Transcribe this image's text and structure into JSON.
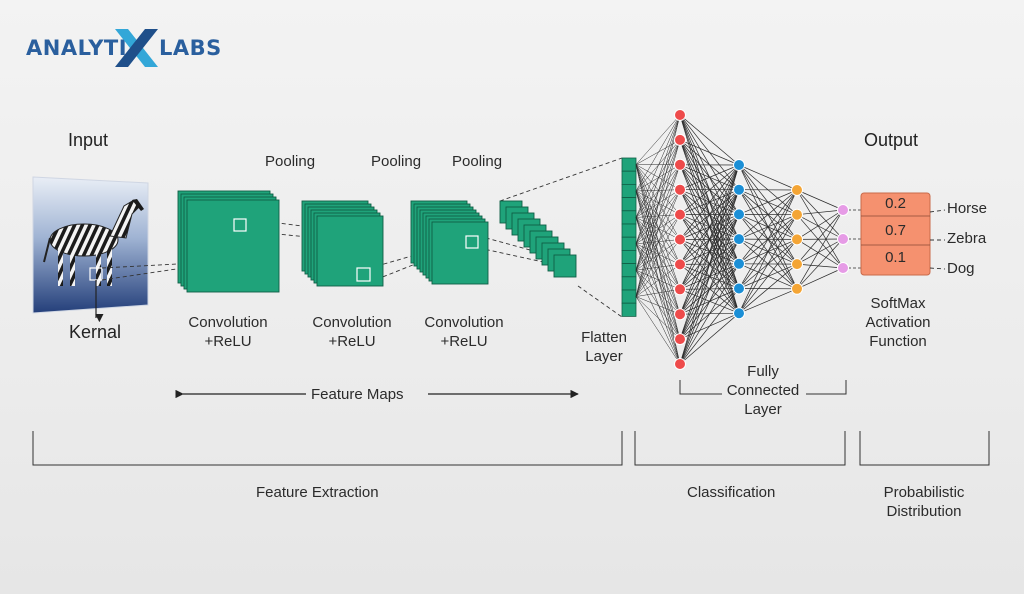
{
  "logo": {
    "part1": "ANALYTI",
    "mark": "X",
    "part2": "LABS"
  },
  "headings": {
    "input": "Input",
    "output": "Output"
  },
  "kernel_label": "Kernal",
  "pooling_labels": [
    "Pooling",
    "Pooling",
    "Pooling"
  ],
  "conv_labels": [
    {
      "line1": "Convolution",
      "line2": "+ReLU"
    },
    {
      "line1": "Convolution",
      "line2": "+ReLU"
    },
    {
      "line1": "Convolution",
      "line2": "+ReLU"
    }
  ],
  "feature_maps_label": "Feature Maps",
  "flatten_label": {
    "line1": "Flatten",
    "line2": "Layer"
  },
  "fully_connected_label": {
    "line1": "Fully",
    "line2": "Connected",
    "line3": "Layer"
  },
  "softmax_label": {
    "line1": "SoftMax",
    "line2": "Activation",
    "line3": "Function"
  },
  "outputs": [
    {
      "prob": "0.2",
      "class": "Horse"
    },
    {
      "prob": "0.7",
      "class": "Zebra"
    },
    {
      "prob": "0.1",
      "class": "Dog"
    }
  ],
  "sections": {
    "feature_extraction": "Feature Extraction",
    "classification": "Classification",
    "probabilistic_line1": "Probabilistic",
    "probabilistic_line2": "Distribution"
  },
  "colors": {
    "feature_map_fill": "#1fa37a",
    "feature_map_stroke": "#0f5e45",
    "neuron_red": "#ee4b4b",
    "neuron_blue": "#1b8fd6",
    "neuron_orange": "#f4a535",
    "neuron_pink": "#e69be6",
    "softmax_box": "#f5916f",
    "logo_blue": "#2a5f9e",
    "logo_cyan": "#33a7d8"
  }
}
